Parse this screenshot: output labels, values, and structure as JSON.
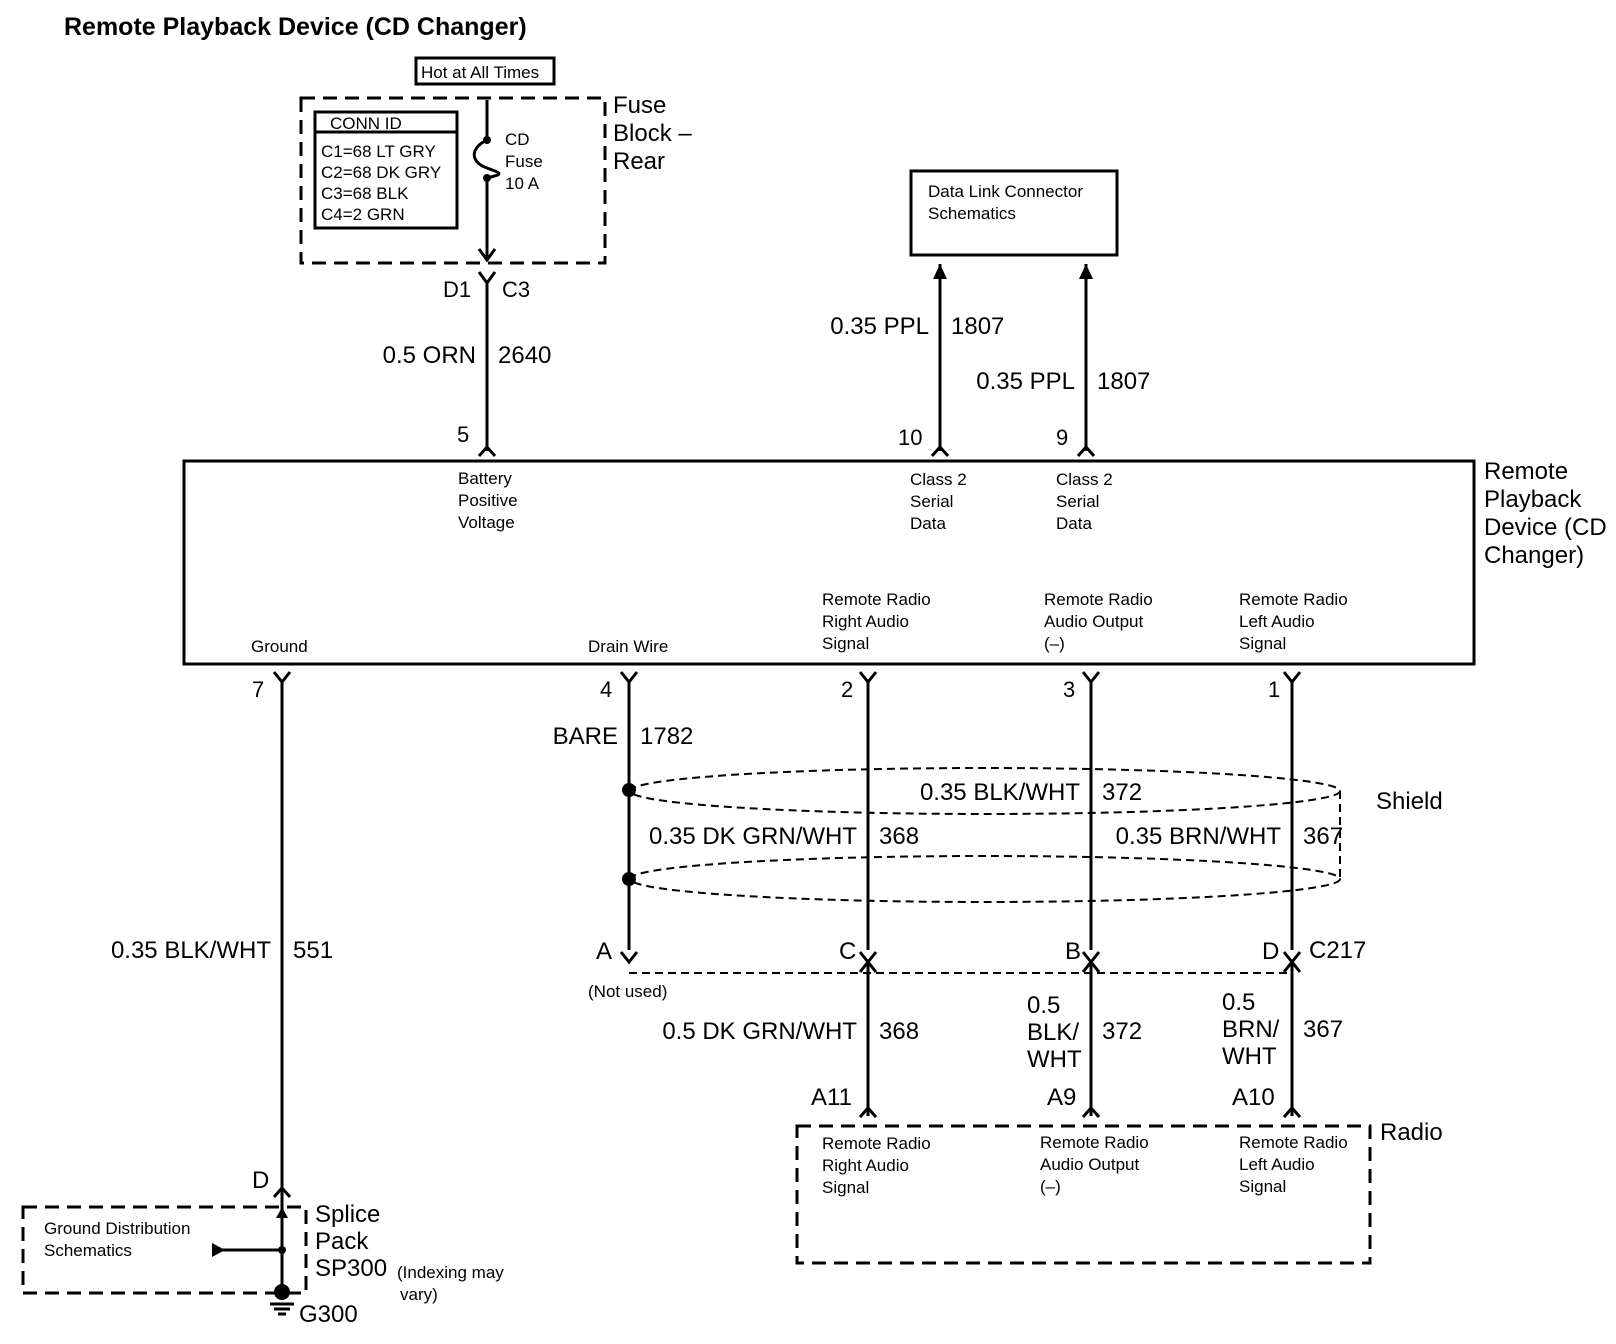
{
  "title": "Remote Playback Device (CD Changer)",
  "fuse_block": {
    "hot_label": "Hot at All Times",
    "conn_id": {
      "header": "CONN ID",
      "rows": [
        "C1=68 LT GRY",
        "C2=68 DK GRY",
        "C3=68 BLK",
        "C4=2 GRN"
      ]
    },
    "fuse": [
      "CD",
      "Fuse",
      "10 A"
    ],
    "name": [
      "Fuse",
      "Block –",
      "Rear"
    ],
    "pin_left": "D1",
    "pin_right": "C3"
  },
  "data_link": {
    "lines": [
      "Data Link Connector",
      "Schematics"
    ]
  },
  "device": {
    "name": [
      "Remote",
      "Playback",
      "Device (CD",
      "Changer)"
    ],
    "top_pins": [
      {
        "pin": "5",
        "label": [
          "Battery",
          "Positive",
          "Voltage"
        ],
        "wire_color": "0.5 ORN",
        "circuit": "2640"
      },
      {
        "pin": "10",
        "label": [
          "Class 2",
          "Serial",
          "Data"
        ],
        "wire_color": "0.35 PPL",
        "circuit": "1807"
      },
      {
        "pin": "9",
        "label": [
          "Class 2",
          "Serial",
          "Data"
        ],
        "wire_color": "0.35 PPL",
        "circuit": "1807"
      }
    ],
    "bottom_pins": [
      {
        "pin": "7",
        "label": [
          "Ground"
        ]
      },
      {
        "pin": "4",
        "label": [
          "Drain Wire"
        ]
      },
      {
        "pin": "2",
        "label": [
          "Remote Radio",
          "Right Audio",
          "Signal"
        ]
      },
      {
        "pin": "3",
        "label": [
          "Remote Radio",
          "Audio Output",
          "(–)"
        ]
      },
      {
        "pin": "1",
        "label": [
          "Remote Radio",
          "Left Audio",
          "Signal"
        ]
      }
    ]
  },
  "wires_between": {
    "drain": {
      "color": "BARE",
      "circuit": "1782"
    },
    "shield_label": "Shield",
    "w372": {
      "color": "0.35 BLK/WHT",
      "circuit": "372"
    },
    "w368": {
      "color": "0.35 DK GRN/WHT",
      "circuit": "368"
    },
    "w367": {
      "color": "0.35 BRN/WHT",
      "circuit": "367"
    },
    "ground": {
      "color": "0.35 BLK/WHT",
      "circuit": "551"
    }
  },
  "c217": {
    "name": "C217",
    "pins": [
      "A",
      "C",
      "B",
      "D"
    ],
    "not_used": "(Not used)"
  },
  "lower_wires": {
    "w368": {
      "color": "0.5 DK GRN/WHT",
      "circuit": "368"
    },
    "w372": {
      "color_lines": [
        "0.5",
        "BLK/",
        "WHT"
      ],
      "circuit": "372"
    },
    "w367": {
      "color_lines": [
        "0.5",
        "BRN/",
        "WHT"
      ],
      "circuit": "367"
    }
  },
  "radio": {
    "name": "Radio",
    "pins": [
      "A11",
      "A9",
      "A10"
    ],
    "labels": [
      [
        "Remote Radio",
        "Right Audio",
        "Signal"
      ],
      [
        "Remote Radio",
        "Audio Output",
        "(–)"
      ],
      [
        "Remote Radio",
        "Left Audio",
        "Signal"
      ]
    ]
  },
  "splice": {
    "pin": "D",
    "name": [
      "Splice",
      "Pack",
      "SP300"
    ],
    "note": [
      "(Indexing may",
      "vary)"
    ],
    "ground_dist": [
      "Ground Distribution",
      "Schematics"
    ],
    "ground": "G300"
  }
}
